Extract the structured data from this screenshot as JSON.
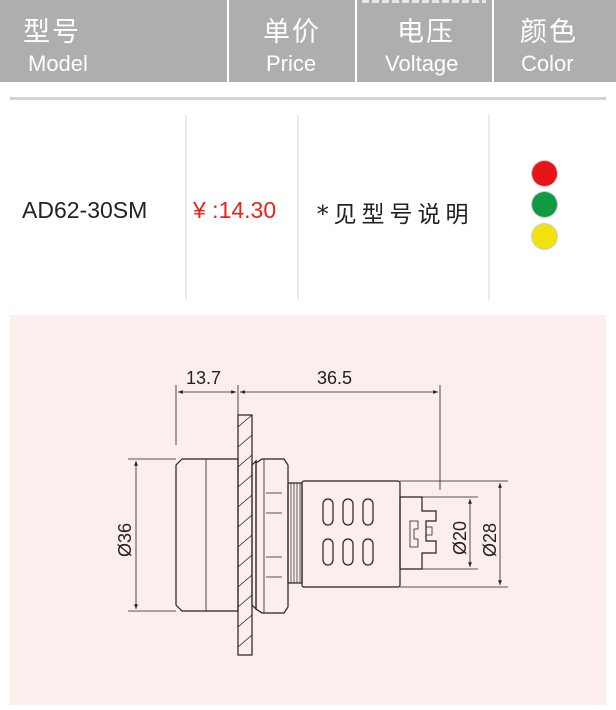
{
  "header": {
    "model_cn": "型号",
    "model_en": "Model",
    "price_cn": "单价",
    "price_en": "Price",
    "voltage_cn": "电压",
    "voltage_en": "Voltage",
    "color_cn": "颜色",
    "color_en": "Color"
  },
  "row": {
    "model": "AD62-30SM",
    "price": "¥ :14.30",
    "voltage": "*见型号说明",
    "colors": [
      "#e8141a",
      "#109a43",
      "#f1e10c"
    ]
  },
  "drawing": {
    "dim_front": "13.7",
    "dim_body": "36.5",
    "dim_dia_head": "Ø36",
    "dim_dia_terminal": "Ø20",
    "dim_dia_body": "Ø28"
  }
}
